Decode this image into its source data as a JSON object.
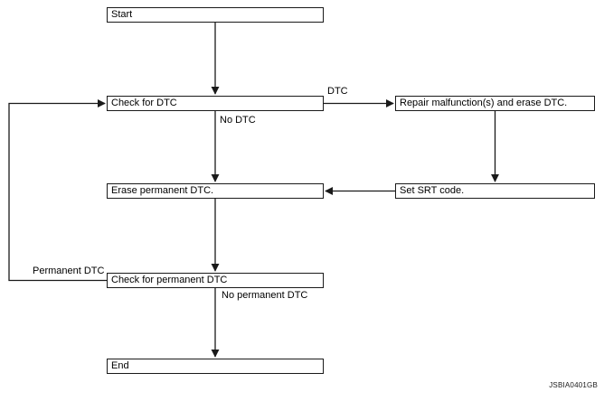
{
  "figure": {
    "id_code": "JSBIA0401GB",
    "colors": {
      "line": "#1a1a1a",
      "background": "#ffffff",
      "text": "#000000"
    }
  },
  "flowchart": {
    "nodes": [
      {
        "id": "start",
        "label": "Start"
      },
      {
        "id": "check-for-dtc",
        "label": "Check for DTC"
      },
      {
        "id": "repair-malfunction",
        "label": "Repair malfunction(s) and erase DTC."
      },
      {
        "id": "erase-permanent-dtc",
        "label": "Erase permanent DTC."
      },
      {
        "id": "set-srt-code",
        "label": "Set SRT code."
      },
      {
        "id": "check-for-permanent-dtc",
        "label": "Check for permanent DTC"
      },
      {
        "id": "end",
        "label": "End"
      }
    ],
    "edge_labels": [
      {
        "id": "dtc",
        "text": "DTC"
      },
      {
        "id": "no-dtc",
        "text": "No DTC"
      },
      {
        "id": "permanent-dtc",
        "text": "Permanent DTC"
      },
      {
        "id": "no-permanent-dtc",
        "text": "No permanent DTC"
      }
    ],
    "edges": [
      {
        "from": "start",
        "to": "check-for-dtc",
        "label": ""
      },
      {
        "from": "check-for-dtc",
        "to": "repair-malfunction",
        "label": "DTC"
      },
      {
        "from": "check-for-dtc",
        "to": "erase-permanent-dtc",
        "label": "No DTC"
      },
      {
        "from": "repair-malfunction",
        "to": "set-srt-code",
        "label": ""
      },
      {
        "from": "set-srt-code",
        "to": "erase-permanent-dtc",
        "label": ""
      },
      {
        "from": "erase-permanent-dtc",
        "to": "check-for-permanent-dtc",
        "label": ""
      },
      {
        "from": "check-for-permanent-dtc",
        "to": "end",
        "label": "No permanent DTC"
      },
      {
        "from": "check-for-permanent-dtc",
        "to": "check-for-dtc",
        "label": "Permanent DTC"
      }
    ]
  }
}
